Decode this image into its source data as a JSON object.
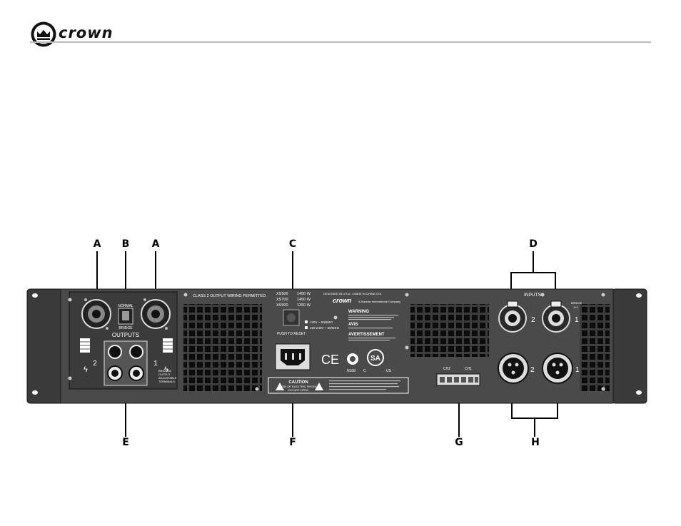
{
  "header": {
    "brand": "crown"
  },
  "callouts": {
    "A1": "A",
    "B": "B",
    "A2": "A",
    "C": "C",
    "D": "D",
    "E": "E",
    "F": "F",
    "G": "G",
    "H": "H"
  },
  "panel": {
    "class2_note": "CLASS 2 OUTPUT WIRING PERMITTED.",
    "outputs_label": "OUTPUTS",
    "inputs_label": "INPUTS",
    "switch_top": "NORMAL",
    "switch_bottom": "BRIDGE",
    "channel_2": "2",
    "channel_1": "1",
    "bridge_note_1": "BRIDGED",
    "bridge_note_2": "OUTPUT",
    "bridge_note_3": "ADJUSTABLE",
    "bridge_note_4": "TERMINALS",
    "reset_label": "PUSH TO RESET",
    "models": [
      {
        "name": "XS500",
        "watts": "1450 W"
      },
      {
        "name": "XS700",
        "watts": "1450 W"
      },
      {
        "name": "XS900",
        "watts": "1350 W"
      }
    ],
    "voltage_1": "120V ~ 50/60Hz",
    "voltage_2": "220-240V ~ 50/60Hz",
    "designed_in": "DESIGNED IN U.S.A. • MADE IN CHINA XXX",
    "rear_brand": "crown",
    "harman": "A Harman International Company",
    "warning_title": "WARNING",
    "avis_title": "AVIS",
    "avertissement_title": "AVERTISSEMENT",
    "caution_title": "CAUTION",
    "caution_line1": "RISK OF ELECTRIC SHOCK",
    "caution_line2": "DO NOT OPEN",
    "ce_mark": "CE",
    "nemko": "N108",
    "csa_mark": "SA",
    "csa_c": "C",
    "csa_us": "US",
    "ch2": "CH2",
    "ch1": "CH1",
    "input_bridge_1": "BRIDGE",
    "input_bridge_2": "1+2"
  }
}
